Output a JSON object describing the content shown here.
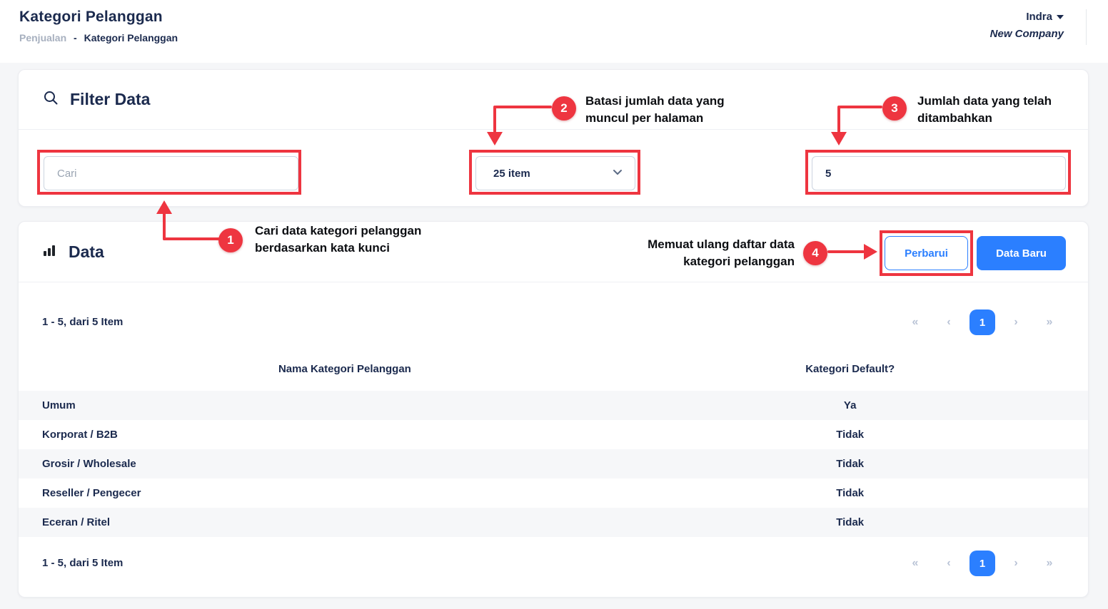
{
  "header": {
    "title": "Kategori Pelanggan",
    "breadcrumb": {
      "parent": "Penjualan",
      "separator": "-",
      "current": "Kategori Pelanggan"
    },
    "user": {
      "name": "Indra",
      "company": "New Company"
    }
  },
  "filter_card": {
    "title": "Filter Data",
    "search_placeholder": "Cari",
    "per_page_selected": "25 item",
    "count_value": "5"
  },
  "data_card": {
    "title": "Data",
    "refresh_label": "Perbarui",
    "new_label": "Data Baru",
    "range_text_top": "1 - 5, dari 5 Item",
    "range_text_bottom": "1 - 5, dari 5 Item",
    "pagination": {
      "first": "«",
      "prev": "‹",
      "page": "1",
      "next": "›",
      "last": "»"
    },
    "table": {
      "columns": {
        "name": "Nama Kategori Pelanggan",
        "default": "Kategori Default?"
      },
      "rows": [
        {
          "name": "Umum",
          "default": "Ya"
        },
        {
          "name": "Korporat / B2B",
          "default": "Tidak"
        },
        {
          "name": "Grosir / Wholesale",
          "default": "Tidak"
        },
        {
          "name": "Reseller / Pengecer",
          "default": "Tidak"
        },
        {
          "name": "Eceran / Ritel",
          "default": "Tidak"
        }
      ]
    }
  },
  "annotations": {
    "a1": {
      "number": "1",
      "text": "Cari data kategori pelanggan berdasarkan kata kunci"
    },
    "a2": {
      "number": "2",
      "text": "Batasi jumlah data yang muncul per halaman"
    },
    "a3": {
      "number": "3",
      "text": "Jumlah data yang telah ditambahkan"
    },
    "a4": {
      "number": "4",
      "text": "Memuat ulang daftar data kategori pelanggan"
    }
  },
  "colors": {
    "accent_red": "#ee3540",
    "accent_blue": "#2b7fff",
    "navy": "#1b2a4e"
  }
}
